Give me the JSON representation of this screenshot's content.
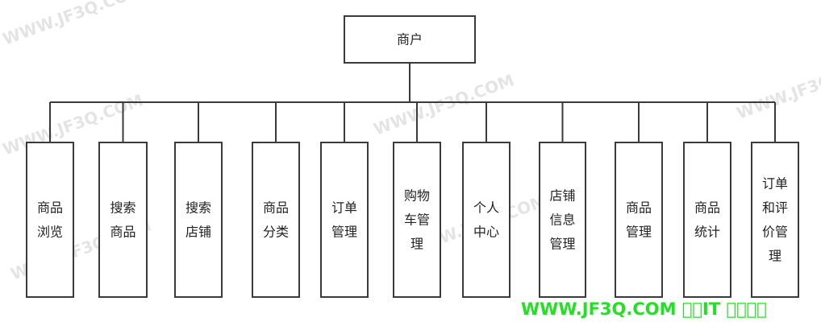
{
  "diagram": {
    "type": "hierarchy",
    "root": {
      "label": [
        "商户"
      ]
    },
    "children": [
      {
        "label": [
          "商品",
          "浏览"
        ]
      },
      {
        "label": [
          "搜索",
          "商品"
        ]
      },
      {
        "label": [
          "搜索",
          "店铺"
        ]
      },
      {
        "label": [
          "商品",
          "分类"
        ]
      },
      {
        "label": [
          "订单",
          "管理"
        ]
      },
      {
        "label": [
          "购物",
          "车管",
          "理"
        ]
      },
      {
        "label": [
          "个人",
          "中心"
        ]
      },
      {
        "label": [
          "店铺",
          "信息",
          "管理"
        ]
      },
      {
        "label": [
          "商品",
          "管理"
        ]
      },
      {
        "label": [
          "商品",
          "统计"
        ]
      },
      {
        "label": [
          "订单",
          "和评",
          "价管",
          "理"
        ]
      }
    ]
  },
  "watermark": {
    "faint_text": "WWW.JF3Q.COM",
    "footer_text": "WWW.JF3Q.COM 􀀀􀀀IT 􀀀􀀀􀀀􀀀",
    "footer_color": "#22e022"
  }
}
